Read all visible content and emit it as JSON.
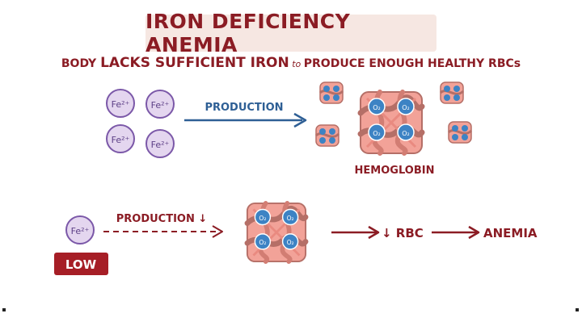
{
  "title": "IRON DEFICIENCY ANEMIA",
  "subtitle": {
    "part1": "BODY ",
    "part2": "LACKS SUFFICIENT IRON",
    "part3": " to ",
    "part4": "PRODUCE ENOUGH HEALTHY RBCs"
  },
  "top_row": {
    "iron_ion_label": "Fe²⁺",
    "arrow_label": "PRODUCTION",
    "hemoglobin_label": "HEMOGLOBIN",
    "oxygen_label": "O₂"
  },
  "bottom_row": {
    "iron_ion_label": "Fe²⁺",
    "low_badge": "LOW",
    "arrow_label": "PRODUCTION ↓",
    "rbc_label": "↓ RBC",
    "anemia_label": "ANEMIA"
  },
  "colors": {
    "title": "#8b1c24",
    "title_bg": "#f6e7e2",
    "iron_fill": "#e4d6ef",
    "iron_stroke": "#7b58a8",
    "blue_arrow": "#2e5f95",
    "red_arrow": "#8b1c24",
    "hemoglobin_light": "#f2a298",
    "hemoglobin_dark": "#b56f67",
    "oxygen": "#3d83c4",
    "low_bg": "#a61e26"
  }
}
